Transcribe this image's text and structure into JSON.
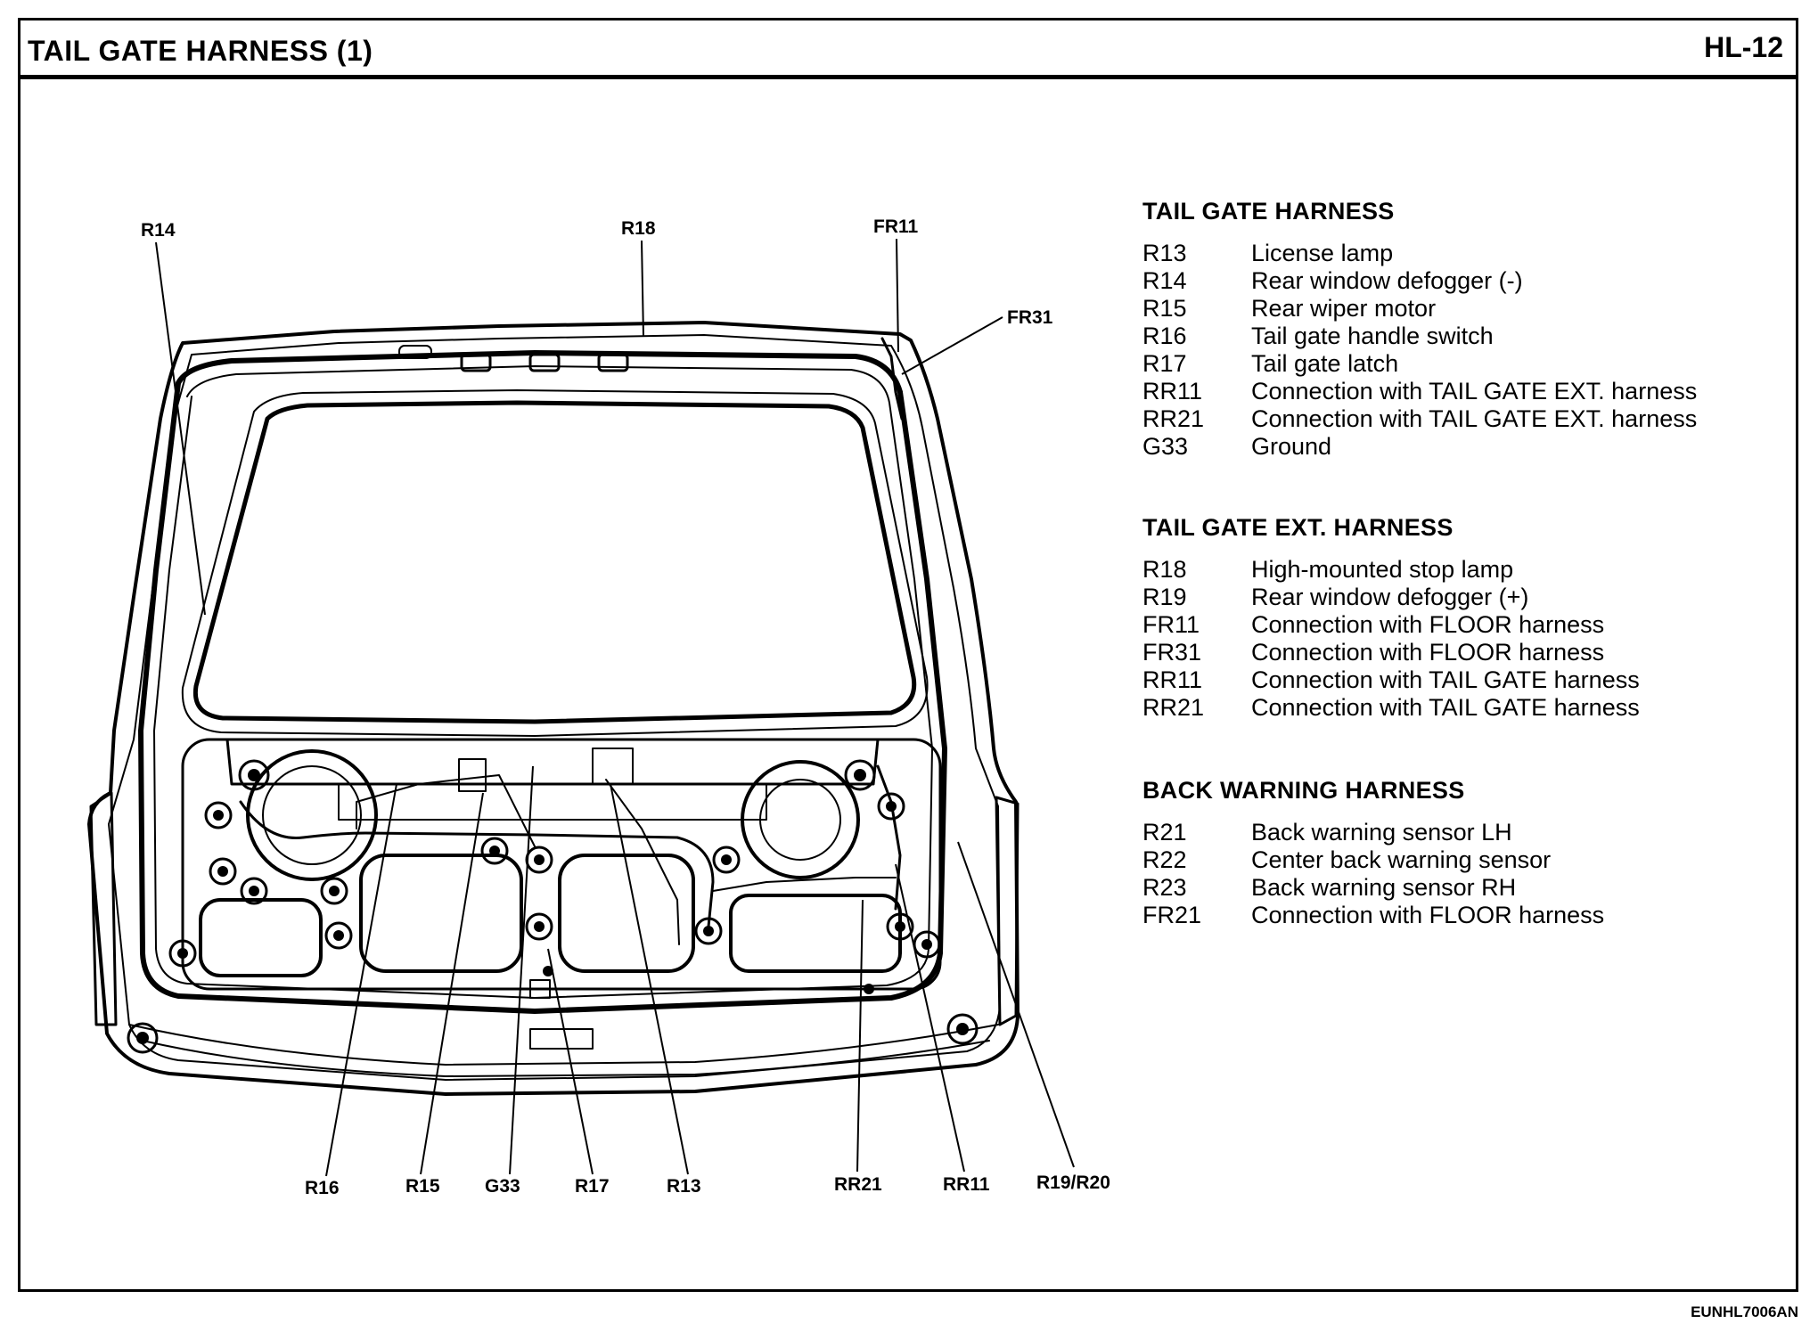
{
  "header": {
    "title": "TAIL GATE HARNESS (1)",
    "page_id": "HL-12"
  },
  "callouts": {
    "R14": "R14",
    "R18": "R18",
    "FR11": "FR11",
    "FR31": "FR31",
    "R16": "R16",
    "R15": "R15",
    "G33": "G33",
    "R17": "R17",
    "R13": "R13",
    "RR21": "RR21",
    "RR11": "RR11",
    "R19R20": "R19/R20"
  },
  "legend": [
    {
      "title": "TAIL GATE HARNESS",
      "items": [
        {
          "code": "R13",
          "desc": "License lamp"
        },
        {
          "code": "R14",
          "desc": "Rear window defogger (-)"
        },
        {
          "code": "R15",
          "desc": "Rear wiper motor"
        },
        {
          "code": "R16",
          "desc": "Tail gate handle switch"
        },
        {
          "code": "R17",
          "desc": "Tail gate latch"
        },
        {
          "code": "RR11",
          "desc": "Connection with TAIL GATE EXT. harness"
        },
        {
          "code": "RR21",
          "desc": "Connection with TAIL GATE EXT. harness"
        },
        {
          "code": "G33",
          "desc": "Ground"
        }
      ]
    },
    {
      "title": "TAIL GATE EXT. HARNESS",
      "items": [
        {
          "code": "R18",
          "desc": "High-mounted stop lamp"
        },
        {
          "code": "R19",
          "desc": "Rear window defogger (+)"
        },
        {
          "code": "FR11",
          "desc": "Connection with FLOOR harness"
        },
        {
          "code": "FR31",
          "desc": "Connection with FLOOR harness"
        },
        {
          "code": "RR11",
          "desc": "Connection with TAIL GATE harness"
        },
        {
          "code": "RR21",
          "desc": "Connection with TAIL GATE harness"
        }
      ]
    },
    {
      "title": "BACK WARNING HARNESS",
      "items": [
        {
          "code": "R21",
          "desc": "Back warning sensor LH"
        },
        {
          "code": "R22",
          "desc": "Center back warning sensor"
        },
        {
          "code": "R23",
          "desc": "Back warning sensor RH"
        },
        {
          "code": "FR21",
          "desc": "Connection with FLOOR harness"
        }
      ]
    }
  ],
  "footer": {
    "code": "EUNHL7006AN"
  }
}
